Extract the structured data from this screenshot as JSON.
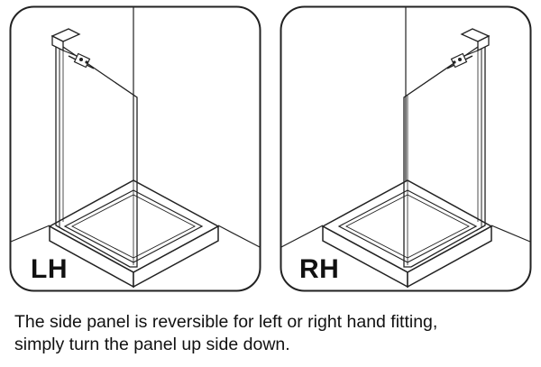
{
  "panels": [
    {
      "id": "lh",
      "label": "LH"
    },
    {
      "id": "rh",
      "label": "RH"
    }
  ],
  "caption": {
    "line1": "The side panel is reversible for left or right hand fitting,",
    "line2": "simply turn the panel up side down."
  }
}
